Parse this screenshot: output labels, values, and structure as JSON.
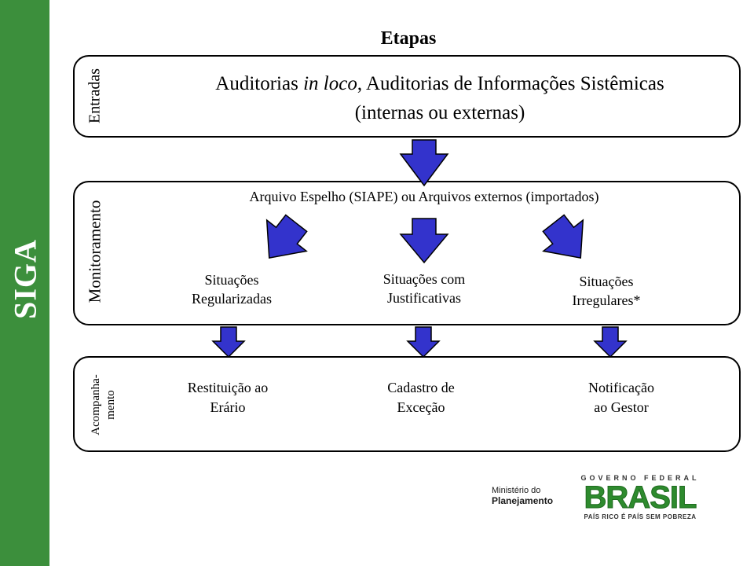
{
  "sidebar": {
    "label": "SIGA",
    "color": "#3c8f3c"
  },
  "title": "Etapas",
  "stages": {
    "entradas": {
      "label": "Entradas",
      "text_part1": "Auditorias ",
      "text_italic": "in loco",
      "text_part2": ", Auditorias de Informações Sistêmicas",
      "text_line2": "(internas ou externas)"
    },
    "monitoramento": {
      "label": "Monitoramento",
      "header": "Arquivo Espelho (SIAPE) ou Arquivos externos (importados)",
      "situations": [
        {
          "line1": "Situações",
          "line2": "Regularizadas"
        },
        {
          "line1": "Situações com",
          "line2": "Justificativas"
        },
        {
          "line1": "Situações",
          "line2": "Irregulares*"
        }
      ]
    },
    "acompanhamento": {
      "label_line1": "Acompanha-",
      "label_line2": "mento",
      "actions": [
        {
          "line1": "Restituição ao",
          "line2": "Erário"
        },
        {
          "line1": "Cadastro de",
          "line2": "Exceção"
        },
        {
          "line1": "Notificação",
          "line2": "ao Gestor"
        }
      ]
    }
  },
  "arrow_color": "#3333cc",
  "logos": {
    "ministerio_line1": "Ministério do",
    "ministerio_line2": "Planejamento",
    "brasil_top": "GOVERNO FEDERAL",
    "brasil_main": "BRASIL",
    "brasil_bottom": "PAÍS RICO É PAÍS SEM POBREZA"
  }
}
